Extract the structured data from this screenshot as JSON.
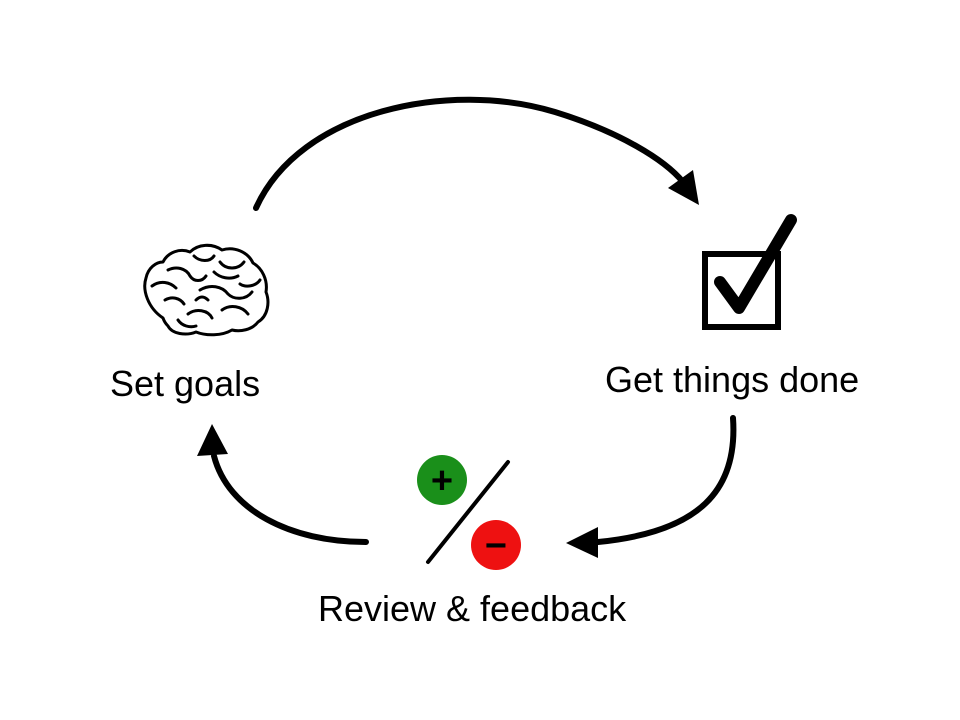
{
  "nodes": {
    "set_goals": {
      "label": "Set goals",
      "icon": "brain-icon"
    },
    "get_things_done": {
      "label": "Get things done",
      "icon": "checkbox-checked-icon"
    },
    "review_feedback": {
      "label": "Review & feedback",
      "icon": "plus-minus-icon",
      "plus_symbol": "+",
      "minus_symbol": "−"
    }
  },
  "edges": [
    {
      "from": "set_goals",
      "to": "get_things_done"
    },
    {
      "from": "get_things_done",
      "to": "review_feedback"
    },
    {
      "from": "review_feedback",
      "to": "set_goals"
    }
  ],
  "colors": {
    "stroke": "#000000",
    "plus": "#1a8f1a",
    "minus": "#ee1111"
  }
}
